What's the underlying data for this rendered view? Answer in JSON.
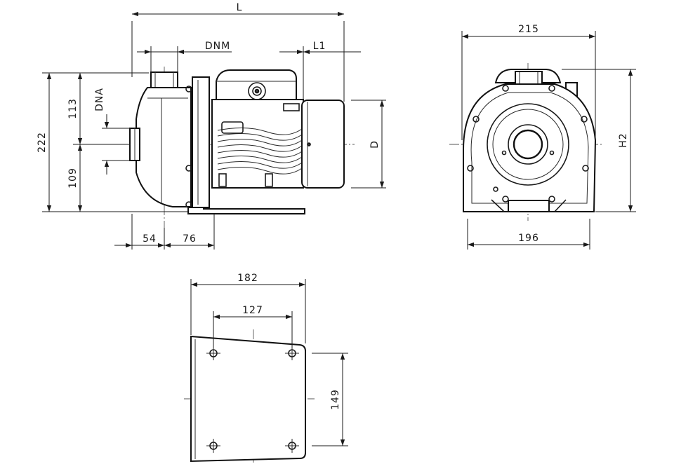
{
  "labels": {
    "overall_length": "L",
    "outlet_nominal_diameter": "DNM",
    "length_l1": "L1",
    "inlet_nominal_diameter": "DNA",
    "motor_diameter": "D",
    "height_h2": "H2"
  },
  "dimensions": {
    "total_height": "222",
    "upper_height": "113",
    "lower_height": "109",
    "inlet_offset": "54",
    "foot_offset": "76",
    "front_width": "215",
    "base_width": "196",
    "foot_width": "182",
    "hole_spacing_width": "127",
    "hole_spacing_height": "149"
  }
}
